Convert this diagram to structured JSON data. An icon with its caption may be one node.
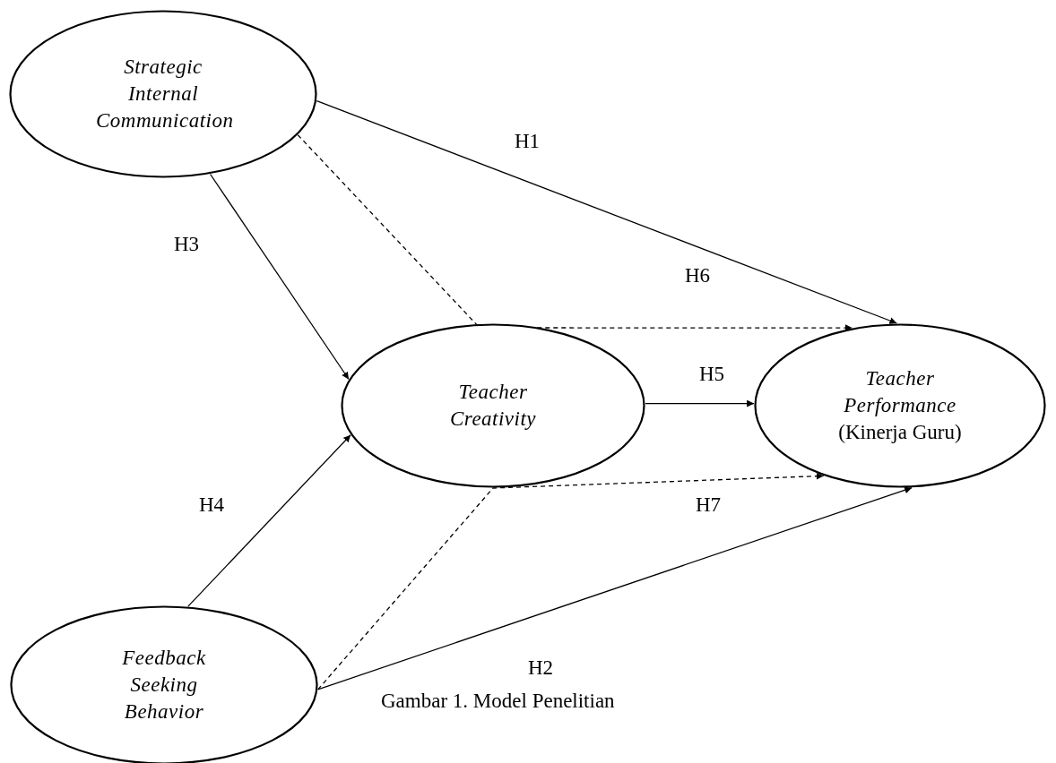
{
  "diagram": {
    "caption": "Gambar 1. Model Penelitian",
    "nodes": [
      {
        "text": [
          "Strategic Internal Communication"
        ]
      },
      {
        "text": [
          "Teacher Creativity"
        ]
      },
      {
        "text": [
          "Teacher Performance",
          "(Kinerja Guru)"
        ]
      },
      {
        "text": [
          "Feedback Seeking Behavior"
        ]
      }
    ],
    "edges": [
      {
        "from": 0,
        "to": 2,
        "arrow": "to",
        "label": "H1"
      },
      {
        "from": 0,
        "to": 1,
        "arrow": "to",
        "label": "H3"
      },
      {
        "from": 0,
        "to": 2,
        "arrow": "to",
        "label": "H6",
        "style": "dashed"
      },
      {
        "from": 1,
        "to": 2,
        "arrow": "to",
        "label": "H5"
      },
      {
        "from": 3,
        "to": 1,
        "arrow": "to",
        "label": "H4"
      },
      {
        "from": 3,
        "to": 2,
        "arrow": "to",
        "label": "H7",
        "style": "dashed"
      },
      {
        "from": 3,
        "to": 2,
        "arrow": "to",
        "label": "H2"
      }
    ]
  }
}
